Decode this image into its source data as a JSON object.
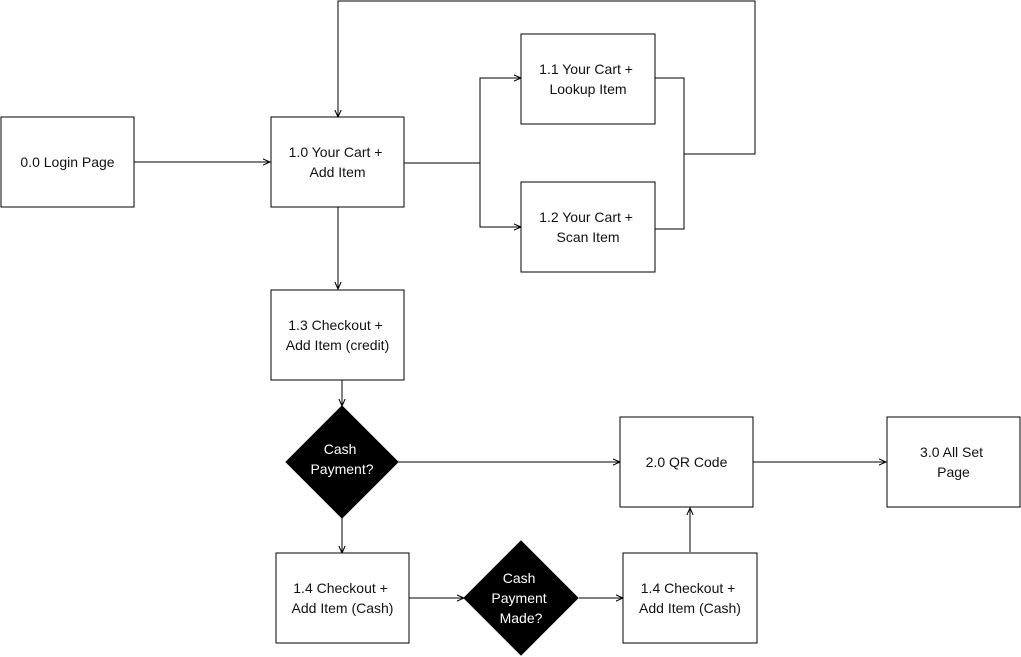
{
  "diagram": {
    "nodes": {
      "login": {
        "lines": [
          "0.0 Login Page"
        ]
      },
      "cart": {
        "lines": [
          "1.0 Your Cart +",
          "Add Item"
        ]
      },
      "lookup": {
        "lines": [
          "1.1 Your Cart +",
          "Lookup Item"
        ]
      },
      "scan": {
        "lines": [
          "1.2 Your Cart +",
          "Scan Item"
        ]
      },
      "credit": {
        "lines": [
          "1.3 Checkout +",
          "Add Item (credit)"
        ]
      },
      "cashq": {
        "lines": [
          "Cash",
          "Payment?"
        ]
      },
      "qr": {
        "lines": [
          "2.0 QR Code"
        ]
      },
      "allset": {
        "lines": [
          "3.0 All Set",
          "Page"
        ]
      },
      "cash1": {
        "lines": [
          "1.4 Checkout +",
          "Add Item (Cash)"
        ]
      },
      "madeq": {
        "lines": [
          "Cash",
          "Payment",
          "Made?"
        ]
      },
      "cash2": {
        "lines": [
          "1.4 Checkout +",
          "Add Item (Cash)"
        ]
      }
    }
  }
}
